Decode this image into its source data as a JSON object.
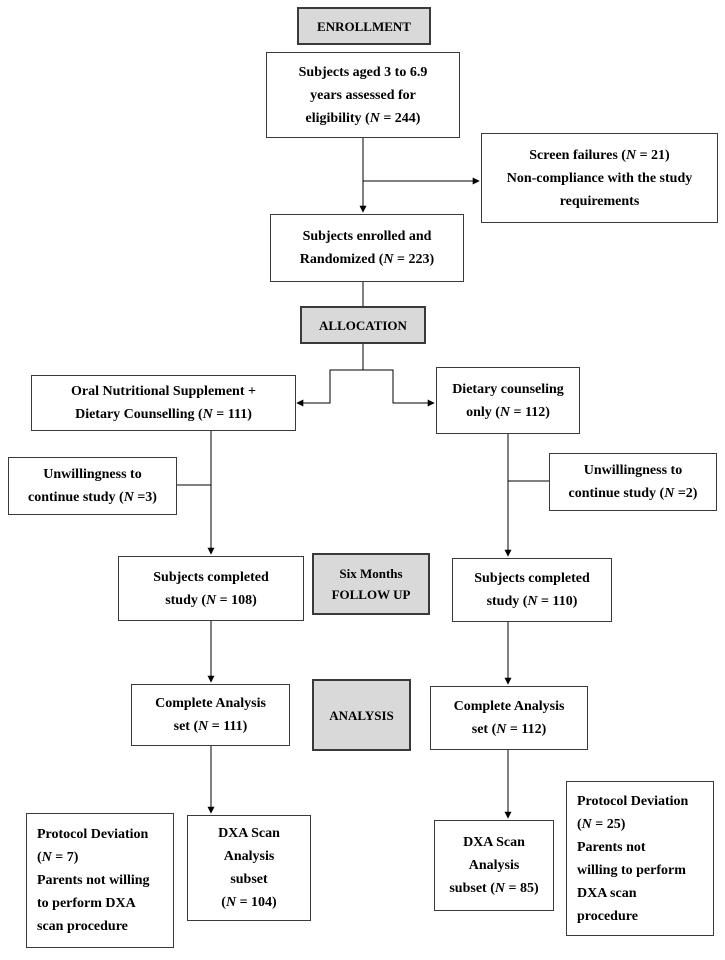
{
  "stages": {
    "enrollment": "ENROLLMENT",
    "allocation": "ALLOCATION",
    "follow_up": [
      "Six Months",
      "FOLLOW UP"
    ],
    "analysis": "ANALYSIS"
  },
  "assessed": {
    "lines": [
      "Subjects aged 3 to 6.9",
      "years assessed for"
    ],
    "last_prefix": "eligibility (",
    "last_suffix": " = 244)"
  },
  "screen_failures": {
    "first_prefix": "Screen failures (",
    "first_suffix": " = 21)",
    "lines": [
      "Non-compliance with the study",
      "requirements"
    ]
  },
  "enrolled": {
    "line1": "Subjects enrolled and",
    "last_prefix": "Randomized (",
    "last_suffix": " = 223)"
  },
  "arm_ons": {
    "line1": "Oral Nutritional Supplement +",
    "last_prefix": "Dietary Counselling (",
    "last_suffix": " = 111)"
  },
  "arm_dc": {
    "line1": "Dietary counseling",
    "last_prefix": "only (",
    "last_suffix": " = 112)"
  },
  "withdraw_ons": {
    "line1": "Unwillingness to",
    "last_prefix": "continue study (",
    "last_suffix": " =3)"
  },
  "withdraw_dc": {
    "line1": "Unwillingness to",
    "last_prefix": "continue study (",
    "last_suffix": " =2)"
  },
  "completed_ons": {
    "line1": "Subjects completed",
    "last_prefix": "study (",
    "last_suffix": " = 108)"
  },
  "completed_dc": {
    "line1": "Subjects completed",
    "last_prefix": "study (",
    "last_suffix": " = 110)"
  },
  "analysis_ons": {
    "line1": "Complete Analysis",
    "last_prefix": "set (",
    "last_suffix": " = 111)"
  },
  "analysis_dc": {
    "line1": "Complete Analysis",
    "last_prefix": "set (",
    "last_suffix": " = 112)"
  },
  "deviation_ons": {
    "line1": "Protocol Deviation",
    "second_prefix": "(",
    "second_suffix": " = 7)",
    "lines": [
      "Parents not willing",
      "to perform DXA",
      "scan procedure"
    ]
  },
  "deviation_dc": {
    "line1": "Protocol Deviation",
    "second_prefix": "(",
    "second_suffix": " = 25)",
    "lines": [
      "Parents not",
      "willing to perform",
      "DXA scan",
      "procedure"
    ]
  },
  "dxa_ons": {
    "lines": [
      "DXA Scan",
      "Analysis",
      "subset"
    ],
    "last_prefix": "(",
    "last_suffix": " = 104)"
  },
  "dxa_dc": {
    "lines": [
      "DXA Scan",
      "Analysis"
    ],
    "last_prefix": "subset (",
    "last_suffix": " = 85)"
  },
  "n_symbol": "N"
}
